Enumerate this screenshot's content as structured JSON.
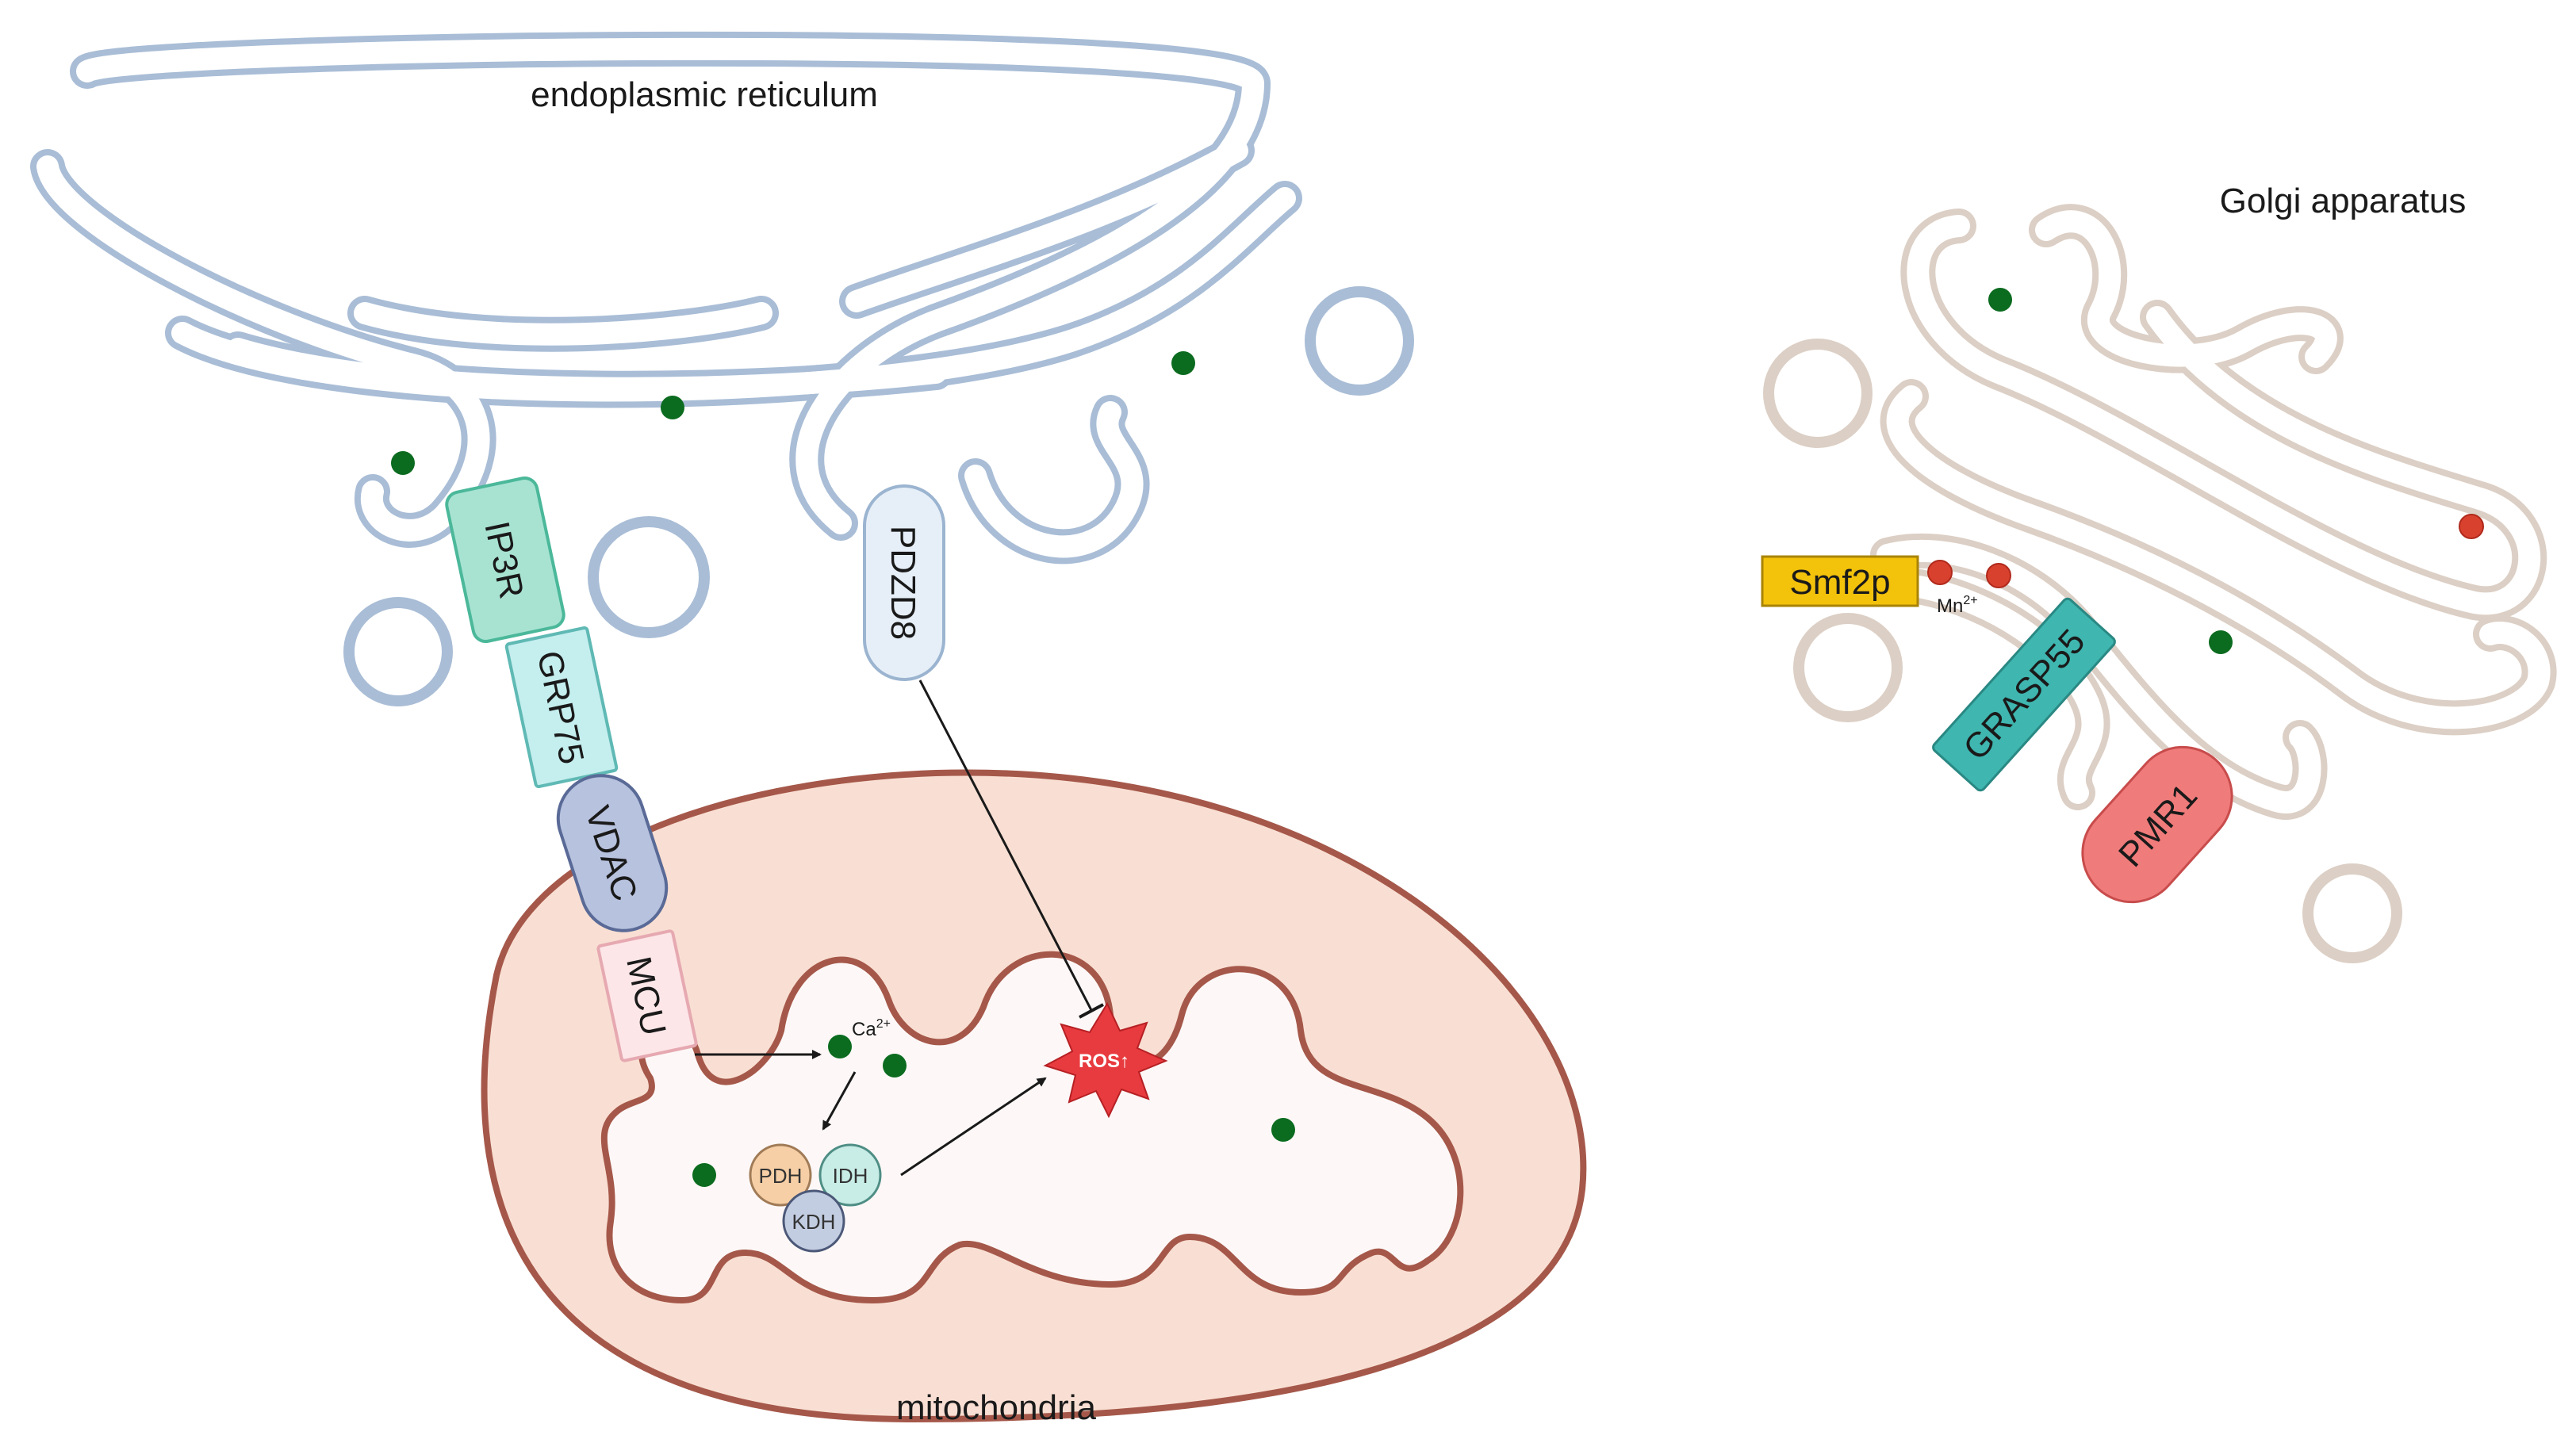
{
  "labels": {
    "er": "endoplasmic reticulum",
    "golgi": "Golgi apparatus",
    "mito": "mitochondria"
  },
  "proteins": {
    "ip3r": "IP3R",
    "grp75": "GRP75",
    "vdac": "VDAC",
    "mcu": "MCU",
    "pdzd8": "PDZD8",
    "smf2p": "Smf2p",
    "grasp55": "GRASP55",
    "pmr1": "PMR1"
  },
  "ions": {
    "ca": "Ca",
    "ca_charge": "2+",
    "mn": "Mn",
    "mn_charge": "2+"
  },
  "enzymes": {
    "pdh": "PDH",
    "idh": "IDH",
    "kdh": "KDH"
  },
  "ros": {
    "label": "ROS",
    "arrow": "↑"
  },
  "colors": {
    "er_outline": "#a9bdd6",
    "er_inner": "#ffffff",
    "golgi_outline": "#dccfc5",
    "mito_outer_fill": "#f9dfd3",
    "mito_outline": "#a5584a",
    "mito_inner_fill": "#fdf8f7",
    "calcium_dot": "#0b6b1f",
    "manganese_dot": "#d9412f",
    "ip3r_fill": "#a8e3d2",
    "grp75_fill": "#c5eeee",
    "vdac_fill": "#b7c2de",
    "mcu_fill": "#fde6e8",
    "pdzd8_fill": "#e6eff8",
    "smf2p_fill": "#f3c20b",
    "grasp55_fill": "#3fb6b0",
    "pmr1_fill": "#f07b7b",
    "pdh_fill": "#f6cfa6",
    "idh_fill": "#c8ece6",
    "kdh_fill": "#c3cde2",
    "ros_fill": "#e83b3f"
  }
}
